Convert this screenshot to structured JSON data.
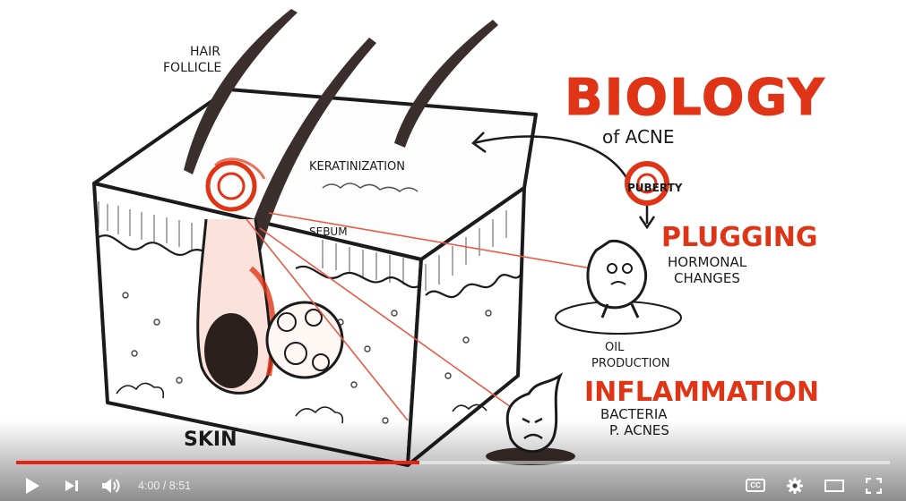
{
  "player": {
    "progress_fraction": 0.462,
    "time": {
      "current": "4:00",
      "separator": " / ",
      "duration": "8:51"
    },
    "cc_label": "CC",
    "colors": {
      "progress_played": "#e62117",
      "accent_red": "#e03416",
      "ink": "#1b1b1b"
    }
  },
  "illustration": {
    "title_main": "BIOLOGY",
    "title_sub": "of ACNE",
    "labels": {
      "hair_follicle_1": "HAIR",
      "hair_follicle_2": "FOLLICLE",
      "keratinization": "KERATINIZATION",
      "sebum": "SEBUM",
      "puberty": "PUBERTY",
      "plugging": "PLUGGING",
      "hormonal": "HORMONAL",
      "changes": "CHANGES",
      "oil": "OIL",
      "production": "PRODUCTION",
      "inflammation": "INFLAMMATION",
      "bacteria": "BACTERIA",
      "p_acnes": "P. ACNES",
      "skin": "SKIN"
    }
  },
  "icons": {
    "play": "play-icon",
    "next": "next-icon",
    "volume": "volume-icon",
    "cc": "closed-captions-icon",
    "settings": "gear-icon",
    "theater": "theater-mode-icon",
    "fullscreen": "fullscreen-icon"
  }
}
